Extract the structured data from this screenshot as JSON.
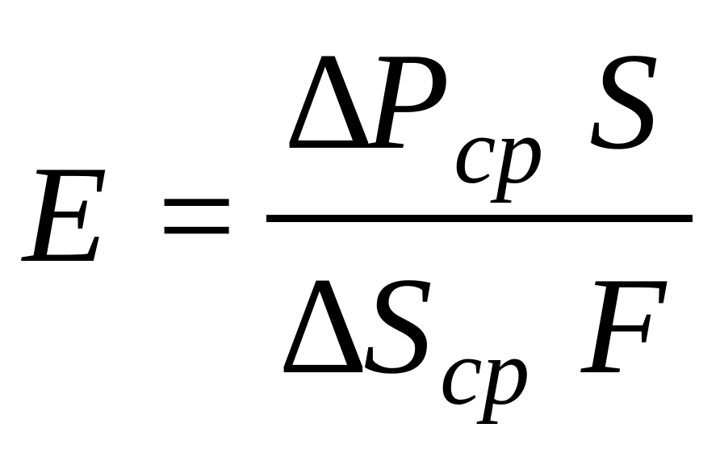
{
  "formula": {
    "lhs": "E",
    "equals": "=",
    "numerator": {
      "delta": "Δ",
      "variable": "P",
      "subscript": "cp",
      "factor": "S"
    },
    "denominator": {
      "delta": "Δ",
      "variable": "S",
      "subscript": "cp",
      "factor": "F"
    }
  }
}
